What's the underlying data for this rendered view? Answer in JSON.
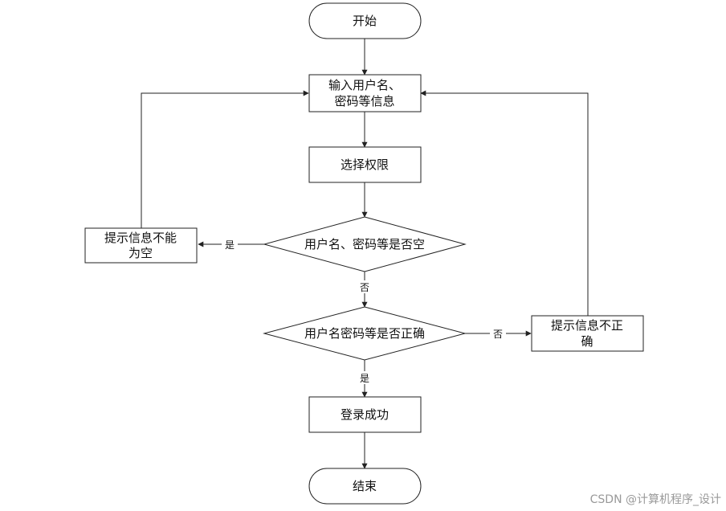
{
  "nodes": {
    "start": "开始",
    "input_line1": "输入用户名、",
    "input_line2": "密码等信息",
    "select": "选择权限",
    "check_empty": "用户名、密码等是否空",
    "empty_tip_line1": "提示信息不能",
    "empty_tip_line2": "为空",
    "check_correct": "用户名密码等是否正确",
    "wrong_tip_line1": "提示信息不正",
    "wrong_tip_line2": "确",
    "success": "登录成功",
    "end": "结束"
  },
  "edges": {
    "empty_yes": "是",
    "empty_no": "否",
    "correct_no": "否",
    "correct_yes": "是"
  },
  "watermark": "CSDN @计算机程序_设计"
}
